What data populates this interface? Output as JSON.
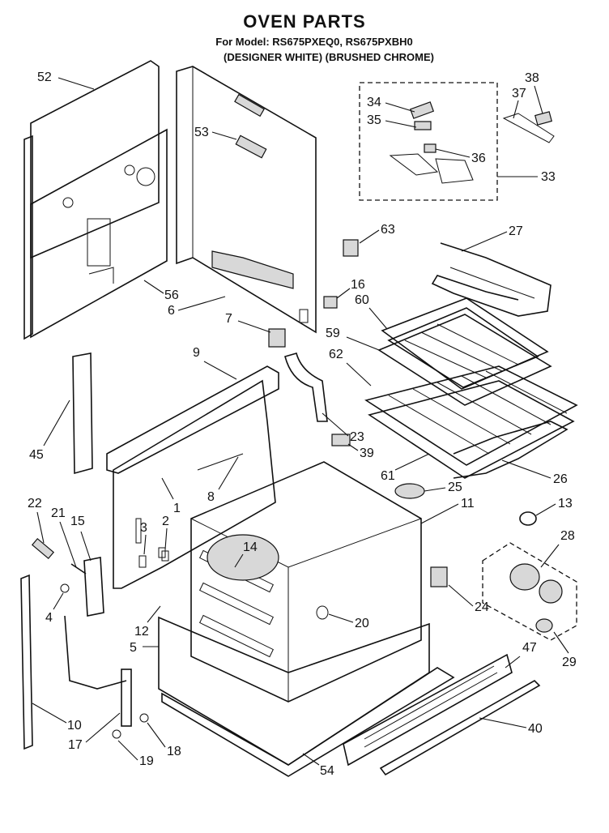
{
  "header": {
    "title": "OVEN PARTS",
    "models": "For Model: RS675PXEQ0, RS675PXBH0",
    "colors": "(DESIGNER WHITE) (BRUSHED CHROME)"
  },
  "callouts": [
    "52",
    "53",
    "34",
    "35",
    "36",
    "33",
    "38",
    "37",
    "56",
    "6",
    "7",
    "63",
    "27",
    "16",
    "60",
    "59",
    "62",
    "9",
    "45",
    "23",
    "39",
    "8",
    "1",
    "26",
    "25",
    "61",
    "22",
    "21",
    "15",
    "3",
    "2",
    "14",
    "11",
    "13",
    "28",
    "4",
    "12",
    "24",
    "20",
    "5",
    "47",
    "29",
    "10",
    "40",
    "17",
    "18",
    "19",
    "54"
  ]
}
